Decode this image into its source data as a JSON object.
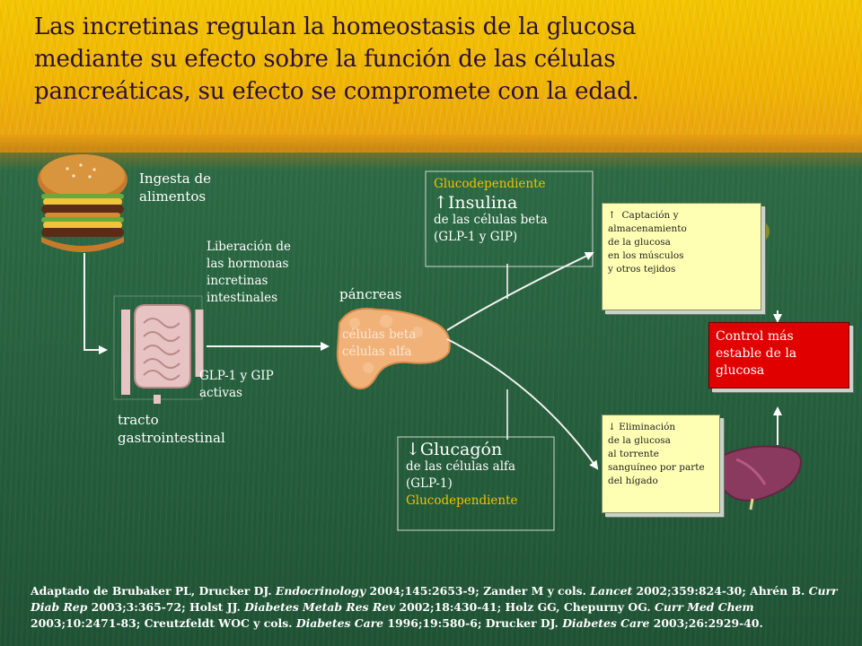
{
  "slide": {
    "title_lines": [
      "Las incretinas regulan la homeostasis de la glucosa",
      "mediante su efecto sobre la función de las células",
      "pancreáticas, su efecto se compromete con la edad."
    ],
    "labels": {
      "ingesta": [
        "Ingesta de",
        "alimentos"
      ],
      "liberacion": [
        "Liberación de",
        "las hormonas",
        "incretinas",
        "intestinales"
      ],
      "glp_activas": [
        "GLP-1 y GIP",
        "activas"
      ],
      "tracto": [
        "tracto",
        "gastrointestinal"
      ],
      "pancreas": "páncreas",
      "celulas_beta": "células beta",
      "celulas_alfa": "células alfa"
    },
    "insulina_box": {
      "glucodependiente": "Glucodependiente",
      "arrow": "↑",
      "title": "Insulina",
      "line1": "de las células beta",
      "line2": "(GLP-1 y GIP)"
    },
    "glucagon_box": {
      "arrow": "↓",
      "title": "Glucagón",
      "line1": "de las células alfa",
      "line2": "(GLP-1)",
      "glucodependiente": "Glucodependiente"
    },
    "captacion_box": {
      "arrow": "↑",
      "lines": [
        "Captación y",
        "almacenamiento",
        "de la glucosa",
        "en los músculos",
        "y otros tejidos"
      ]
    },
    "eliminacion_box": {
      "arrow": "↓",
      "lines": [
        "Eliminación",
        "de la glucosa",
        "al torrente",
        "sanguíneo por parte",
        "del hígado"
      ]
    },
    "control_box": {
      "lines": [
        "Control más",
        "estable de la",
        "glucosa"
      ]
    },
    "references": {
      "p1": "Adaptado de Brubaker PL, Drucker DJ. ",
      "j1": "Endocrinology",
      "p2": " 2004;145:2653-9; Zander M y cols. ",
      "j2": "Lancet",
      "p3": " 2002;359:824-30;  Ahrén B. ",
      "j3": "Curr Diab Rep",
      "p4": " 2003;3:365-72; Holst JJ. ",
      "j4": "Diabetes Metab Res Rev",
      "p5": " 2002;18:430-41; Holz GG, Chepurny OG. ",
      "j5": "Curr Med Chem",
      "p6": " 2003;10:2471-83; Creutzfeldt WOC y cols. ",
      "j6": "Diabetes Care",
      "p7": " 1996;19:580-6; Drucker DJ. ",
      "j7": "Diabetes Care",
      "p8": " 2003;26:2929-40."
    },
    "colors": {
      "title": "#2a0f3c",
      "green_bg": "#2c6a44",
      "yellow_bg": "#f2c500",
      "note_yellow": "#ffffb3",
      "control_red": "#e00000",
      "gold_text": "#f2c200"
    }
  }
}
